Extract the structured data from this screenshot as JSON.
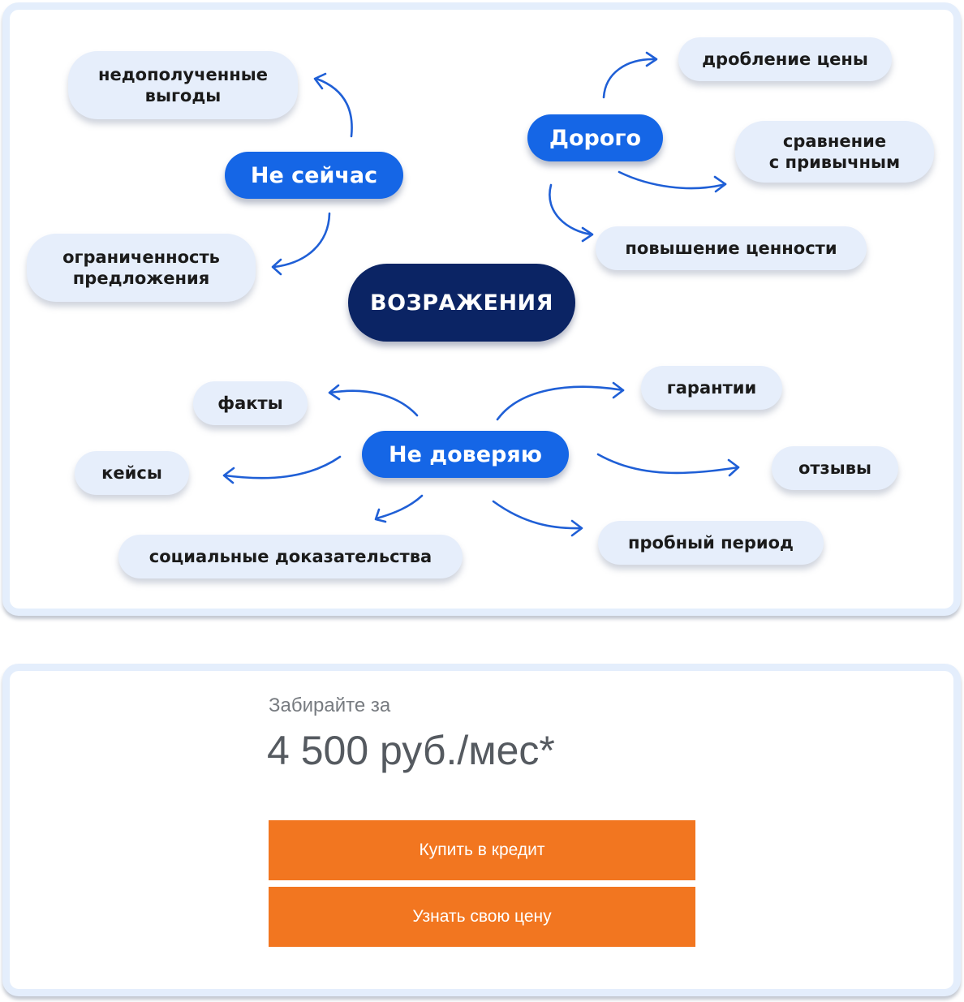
{
  "mindmap": {
    "center": "ВОЗРАЖЕНИЯ",
    "branches": {
      "not_now": {
        "label": "Не сейчас",
        "children": [
          "недополученные\nвыгоды",
          "ограниченность\nпредложения"
        ]
      },
      "expensive": {
        "label": "Дорого",
        "children": [
          "дробление цены",
          "сравнение\nс привычным",
          "повышение ценности"
        ]
      },
      "distrust": {
        "label": "Не доверяю",
        "children": [
          "факты",
          "кейсы",
          "социальные доказательства",
          "гарантии",
          "отзывы",
          "пробный период"
        ]
      }
    },
    "colors": {
      "center": "#0b2464",
      "branch": "#1566e6",
      "leaf": "#e6eefb",
      "arrow": "#1f5fd6"
    }
  },
  "price_card": {
    "label": "Забирайте за",
    "price": "4 500 руб./мес*",
    "buttons": {
      "credit": "Купить в кредит",
      "your_price": "Узнать свою цену"
    },
    "button_color": "#f27620"
  }
}
